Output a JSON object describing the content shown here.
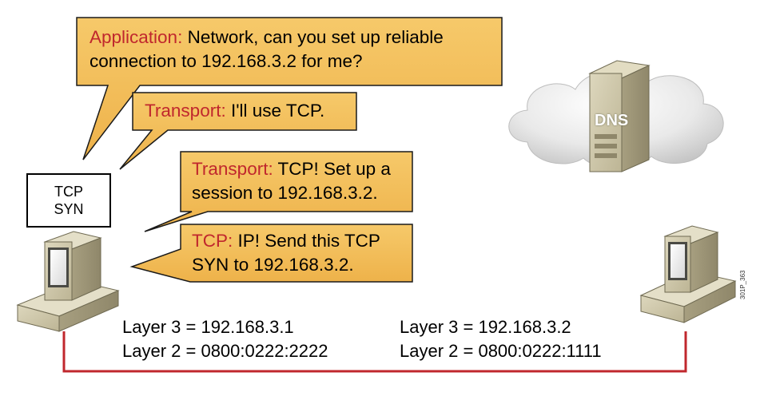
{
  "bubbles": [
    {
      "role": "Application:",
      "lines": [
        " Network, can you set up reliable",
        "connection to 192.168.3.2 for me?"
      ]
    },
    {
      "role": "Transport:",
      "lines": [
        " I'll use TCP."
      ]
    },
    {
      "role": "Transport:",
      "lines": [
        " TCP! Set up a",
        "session to 192.168.3.2."
      ]
    },
    {
      "role": "TCP:",
      "lines": [
        " IP! Send this TCP",
        "SYN to 192.168.3.2."
      ]
    }
  ],
  "tcp_box": {
    "line1": "TCP",
    "line2": "SYN"
  },
  "dns_label": "DNS",
  "host_left": {
    "layer3": "Layer 3 = 192.168.3.1",
    "layer2": "Layer 2 = 0800:0222:2222"
  },
  "host_right": {
    "layer3": "Layer 3 = 192.168.3.2",
    "layer2": "Layer 2 = 0800:0222:1111"
  },
  "figure_id": "301P_363",
  "colors": {
    "bubble_fill": "#f2bd57",
    "role_text": "#c0272d",
    "link_line": "#c0272d",
    "computer_beige": "#cfc8aa"
  }
}
